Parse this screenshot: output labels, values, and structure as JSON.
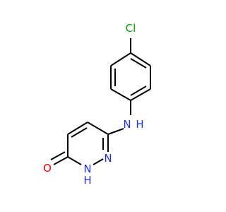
{
  "molecule": {
    "atoms": {
      "cl": {
        "text": "Cl",
        "color": "#00A000"
      },
      "nh_amine": {
        "text": "N",
        "color": "#2030E0"
      },
      "h_amine": {
        "text": "H",
        "color": "#2030E0"
      },
      "n_ring": {
        "text": "N",
        "color": "#2030E0"
      },
      "nh_ring": {
        "text": "N",
        "color": "#2030E0"
      },
      "h_ring": {
        "text": "H",
        "color": "#2030E0"
      },
      "o": {
        "text": "O",
        "color": "#FF0000"
      }
    }
  }
}
